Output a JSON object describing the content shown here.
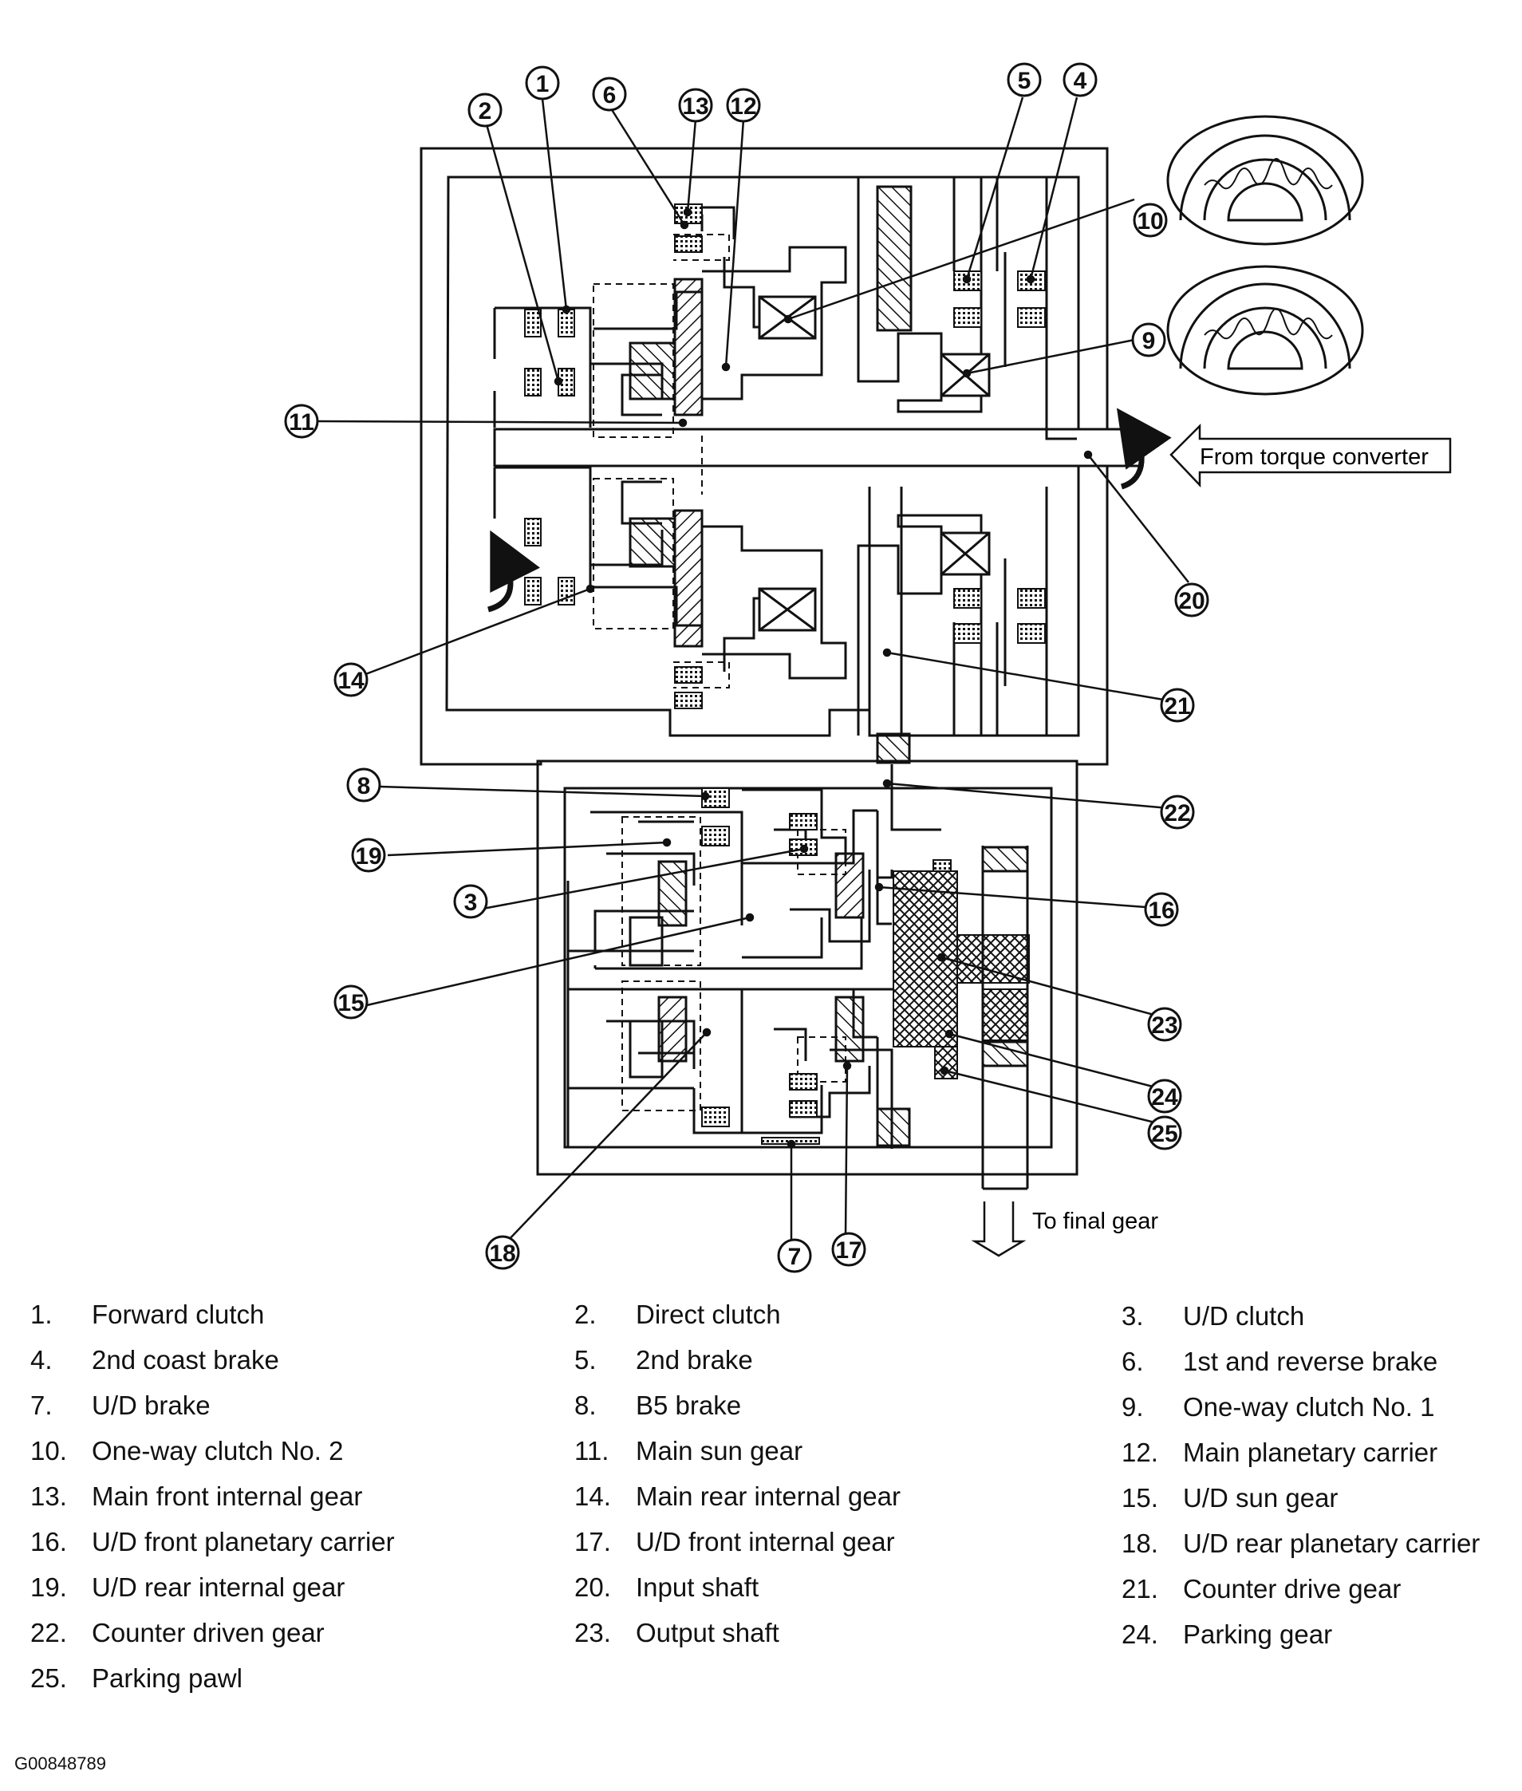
{
  "diagram": {
    "flow_in_label": "From torque converter",
    "flow_out_label": "To final gear",
    "callouts": [
      "1",
      "2",
      "3",
      "4",
      "5",
      "6",
      "7",
      "8",
      "9",
      "10",
      "11",
      "12",
      "13",
      "14",
      "15",
      "16",
      "17",
      "18",
      "19",
      "20",
      "21",
      "22",
      "23",
      "24",
      "25"
    ]
  },
  "legend": [
    {
      "num": "1.",
      "text": "Forward clutch"
    },
    {
      "num": "2.",
      "text": "Direct clutch"
    },
    {
      "num": "3.",
      "text": "U/D clutch"
    },
    {
      "num": "4.",
      "text": "2nd coast brake"
    },
    {
      "num": "5.",
      "text": "2nd brake"
    },
    {
      "num": "6.",
      "text": "1st and reverse brake"
    },
    {
      "num": "7.",
      "text": "U/D brake"
    },
    {
      "num": "8.",
      "text": "B5 brake"
    },
    {
      "num": "9.",
      "text": "One-way clutch No. 1"
    },
    {
      "num": "10.",
      "text": "One-way clutch No. 2"
    },
    {
      "num": "11.",
      "text": "Main sun gear"
    },
    {
      "num": "12.",
      "text": "Main planetary carrier"
    },
    {
      "num": "13.",
      "text": "Main front internal gear"
    },
    {
      "num": "14.",
      "text": "Main rear internal gear"
    },
    {
      "num": "15.",
      "text": "U/D sun gear"
    },
    {
      "num": "16.",
      "text": "U/D front planetary carrier"
    },
    {
      "num": "17.",
      "text": "U/D front internal gear"
    },
    {
      "num": "18.",
      "text": "U/D rear planetary carrier"
    },
    {
      "num": "19.",
      "text": "U/D rear internal gear"
    },
    {
      "num": "20.",
      "text": "Input shaft"
    },
    {
      "num": "21.",
      "text": "Counter drive gear"
    },
    {
      "num": "22.",
      "text": "Counter driven gear"
    },
    {
      "num": "23.",
      "text": "Output shaft"
    },
    {
      "num": "24.",
      "text": "Parking gear"
    },
    {
      "num": "25.",
      "text": "Parking pawl"
    }
  ],
  "figure_code": "G00848789"
}
